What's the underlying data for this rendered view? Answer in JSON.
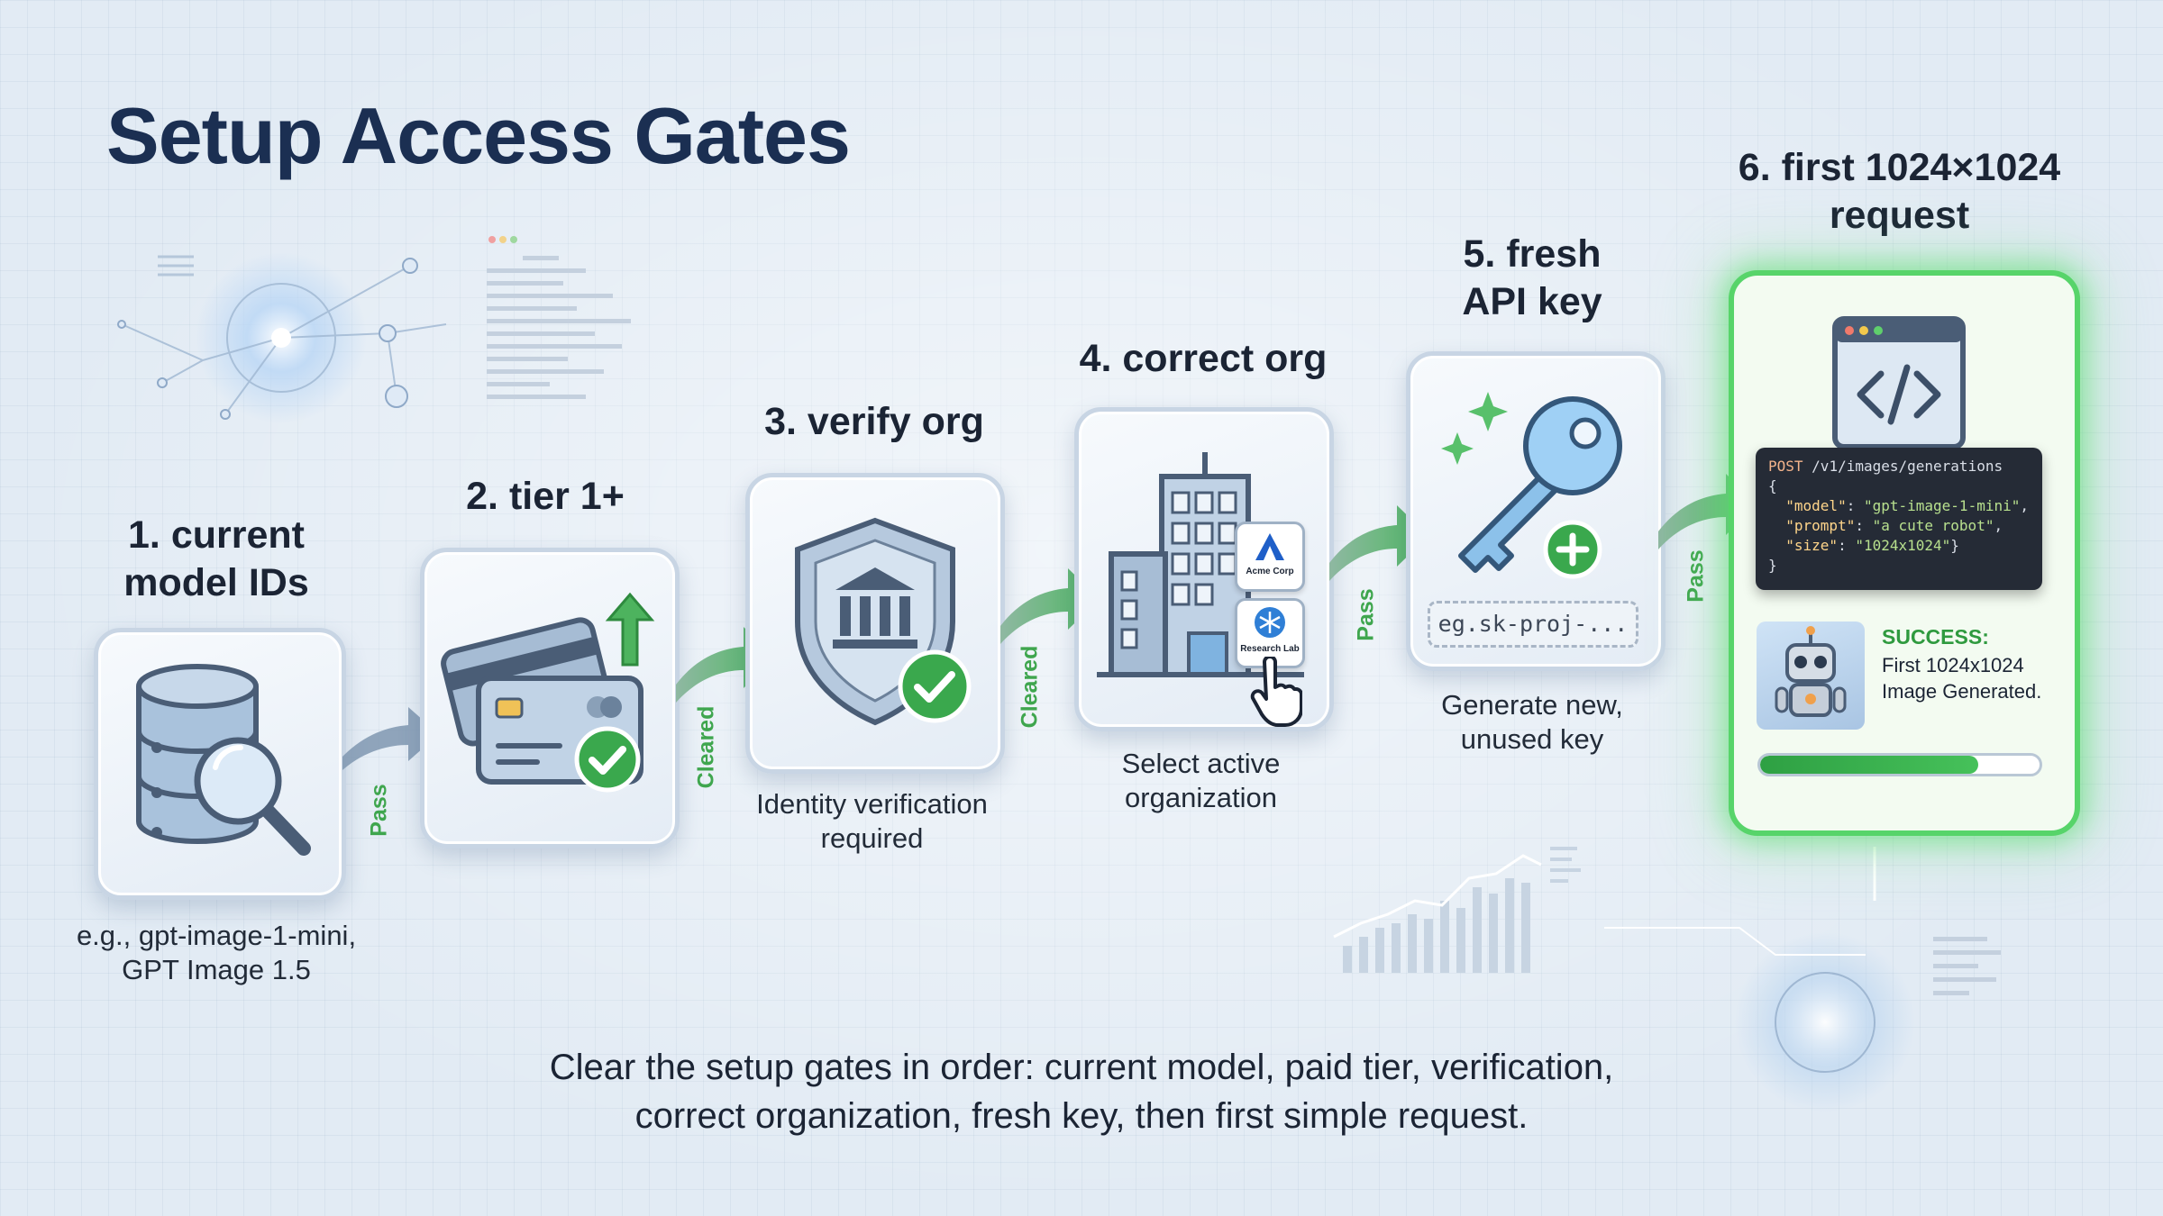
{
  "title": "Setup Access Gates",
  "steps": [
    {
      "label": "1. current\nmodel IDs",
      "caption": "e.g., gpt-image-1-mini,\nGPT Image 1.5",
      "icon": "database-search-icon"
    },
    {
      "label": "2. tier 1+",
      "caption": "",
      "icon": "credit-card-upgrade-icon"
    },
    {
      "label": "3. verify org",
      "caption": "Identity verification\nrequired",
      "icon": "shield-bank-check-icon"
    },
    {
      "label": "4. correct org",
      "caption": "Select active\norganization",
      "icon": "office-building-icon",
      "org_options": [
        "Acme Corp",
        "Research Lab"
      ]
    },
    {
      "label": "5. fresh\nAPI key",
      "caption": "Generate new,\nunused key",
      "icon": "key-plus-icon",
      "key_placeholder": "eg.sk-proj-..."
    },
    {
      "label": "6. first 1024×1024\nrequest",
      "icon": "code-window-icon"
    }
  ],
  "gates": [
    "Pass",
    "Cleared",
    "Cleared",
    "Pass",
    "Pass"
  ],
  "request": {
    "method": "POST",
    "endpoint": "/v1/images/generations",
    "model_key": "\"model\"",
    "model_value": "\"gpt-image-1-mini\"",
    "prompt_key": "\"prompt\"",
    "prompt_value": "\"a cute robot\"",
    "size_key": "\"size\"",
    "size_value": "\"1024x1024\""
  },
  "result": {
    "status": "SUCCESS:",
    "message": "First 1024x1024\nImage Generated.",
    "progress": 0.78
  },
  "footer": "Clear the setup gates in order: current model, paid tier, verification,\ncorrect organization, fresh key, then first simple request.",
  "colors": {
    "accent_green": "#3fa64e",
    "title_navy": "#1b2f52",
    "card_border": "#c8d5e4"
  }
}
